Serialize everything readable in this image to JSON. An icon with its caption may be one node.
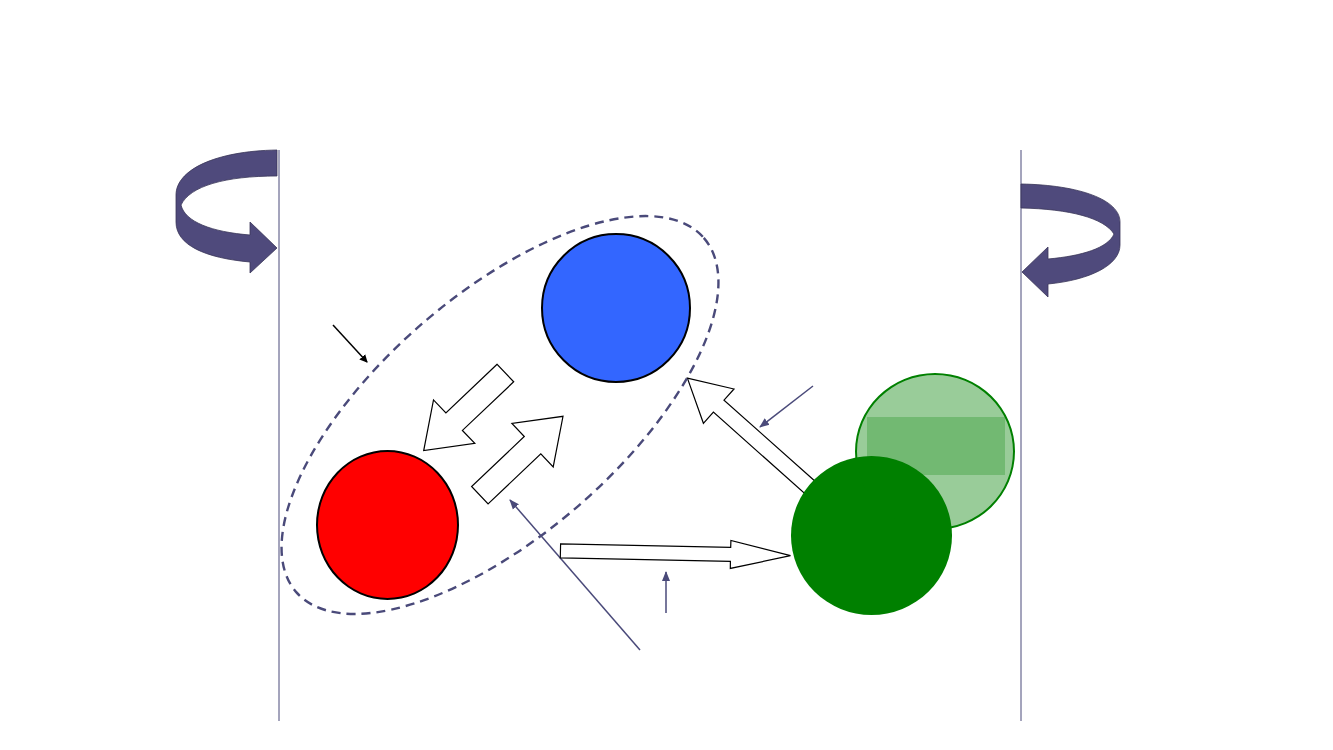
{
  "diagram": {
    "nodes": [
      {
        "text": [],
        "shape": "ellipse"
      },
      {
        "text": [],
        "shape": "circle",
        "in": 0
      },
      {
        "text": [],
        "shape": "circle",
        "in": 0
      },
      {
        "text": [],
        "shape": "circle"
      },
      {
        "text": [],
        "shape": "circle"
      }
    ],
    "edges": [
      {
        "from": 1,
        "to": 2,
        "arrow": "to"
      },
      {
        "from": 2,
        "to": 1,
        "arrow": "to"
      },
      {
        "from": 2,
        "to": 3,
        "arrow": "to"
      },
      {
        "from": 3,
        "to": 1,
        "arrow": "to"
      },
      {
        "from": null,
        "to": 0,
        "arrow": "to"
      }
    ]
  }
}
